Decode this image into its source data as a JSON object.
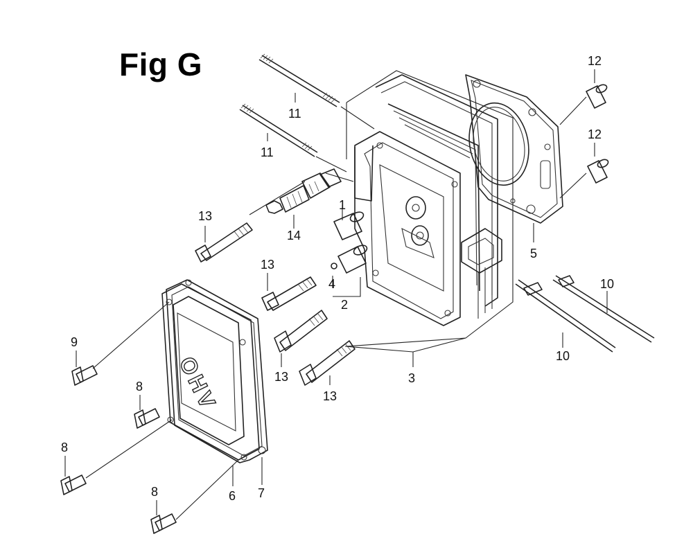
{
  "figure": {
    "title": "Fig G"
  },
  "parts": [
    {
      "id": "11a",
      "label": "11",
      "name": "stud-bolt-upper"
    },
    {
      "id": "11b",
      "label": "11",
      "name": "stud-bolt-lower"
    },
    {
      "id": "12a",
      "label": "12",
      "name": "dowel-pin-upper"
    },
    {
      "id": "12b",
      "label": "12",
      "name": "dowel-pin-lower"
    },
    {
      "id": "13a",
      "label": "13",
      "name": "flange-bolt-upper"
    },
    {
      "id": "14",
      "label": "14",
      "name": "spark-plug"
    },
    {
      "id": "1",
      "label": "1",
      "name": "valve-guide-upper"
    },
    {
      "id": "5",
      "label": "5",
      "name": "head-gasket"
    },
    {
      "id": "13b",
      "label": "13",
      "name": "flange-bolt-mid"
    },
    {
      "id": "4",
      "label": "4",
      "name": "clip"
    },
    {
      "id": "2",
      "label": "2",
      "name": "valve-guide-bracket"
    },
    {
      "id": "10a",
      "label": "10",
      "name": "push-rod-upper"
    },
    {
      "id": "9",
      "label": "9",
      "name": "breather-bolt"
    },
    {
      "id": "10b",
      "label": "10",
      "name": "push-rod-lower"
    },
    {
      "id": "13c",
      "label": "13",
      "name": "flange-bolt-lower"
    },
    {
      "id": "3",
      "label": "3",
      "name": "cylinder-head"
    },
    {
      "id": "8a",
      "label": "8",
      "name": "cover-bolt-a"
    },
    {
      "id": "13d",
      "label": "13",
      "name": "flange-bolt-bottom"
    },
    {
      "id": "8b",
      "label": "8",
      "name": "cover-bolt-b"
    },
    {
      "id": "6",
      "label": "6",
      "name": "head-cover-gasket"
    },
    {
      "id": "7",
      "label": "7",
      "name": "head-cover"
    },
    {
      "id": "8c",
      "label": "8",
      "name": "cover-bolt-c"
    }
  ],
  "cover_text": "OHV"
}
